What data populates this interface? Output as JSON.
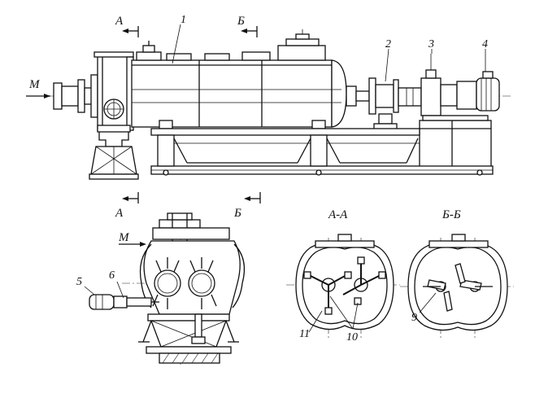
{
  "labels": {
    "section_a_top": "А",
    "section_b_top": "Б",
    "section_a_bottom": "А",
    "section_b_bottom": "Б",
    "inlet_m_front": "М",
    "inlet_m_side": "М",
    "section_aa_title": "А-А",
    "section_bb_title": "Б-Б"
  },
  "callouts": [
    "1",
    "2",
    "3",
    "4",
    "5",
    "6",
    "9",
    "10",
    "11"
  ]
}
